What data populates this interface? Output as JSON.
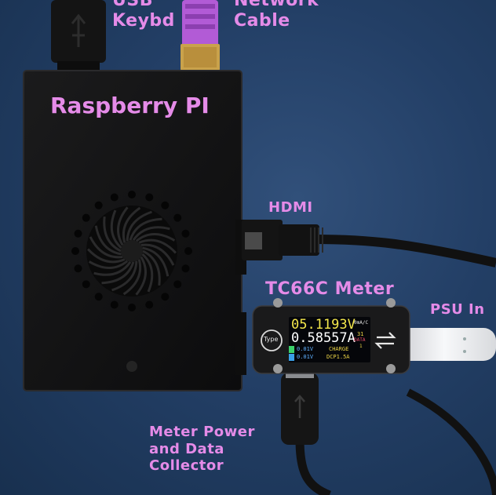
{
  "labels": {
    "usb_keyboard": [
      "USB",
      "Keybd"
    ],
    "network_cable": [
      "Network",
      "Cable"
    ],
    "raspberry_pi": "Raspberry PI",
    "hdmi": "HDMI",
    "meter": "TC66C Meter",
    "psu_in": "PSU In",
    "meter_power": [
      "Meter Power",
      "and Data",
      "Collector"
    ]
  },
  "meter_display": {
    "voltage": "05.1193V",
    "current": "0.58557A",
    "unit": "0mA/C",
    "row3_left": "0.01V",
    "row3_mid": "CHARGE",
    "row4_left": "0.01V",
    "row4_mid": "DCP1.5A",
    "side_val": "31",
    "side_label": "DATA",
    "side_num": "1",
    "brand_logo": "Type"
  },
  "colors": {
    "label": "#e58be8",
    "background": "#233f66",
    "case": "#121212",
    "ethernet_plug": "#b25bd6",
    "usb_c_cable": "#e9eaec",
    "screen_voltage": "#f5e84b",
    "screen_current": "#ffffff",
    "screen_accent": "#e84b6a"
  }
}
